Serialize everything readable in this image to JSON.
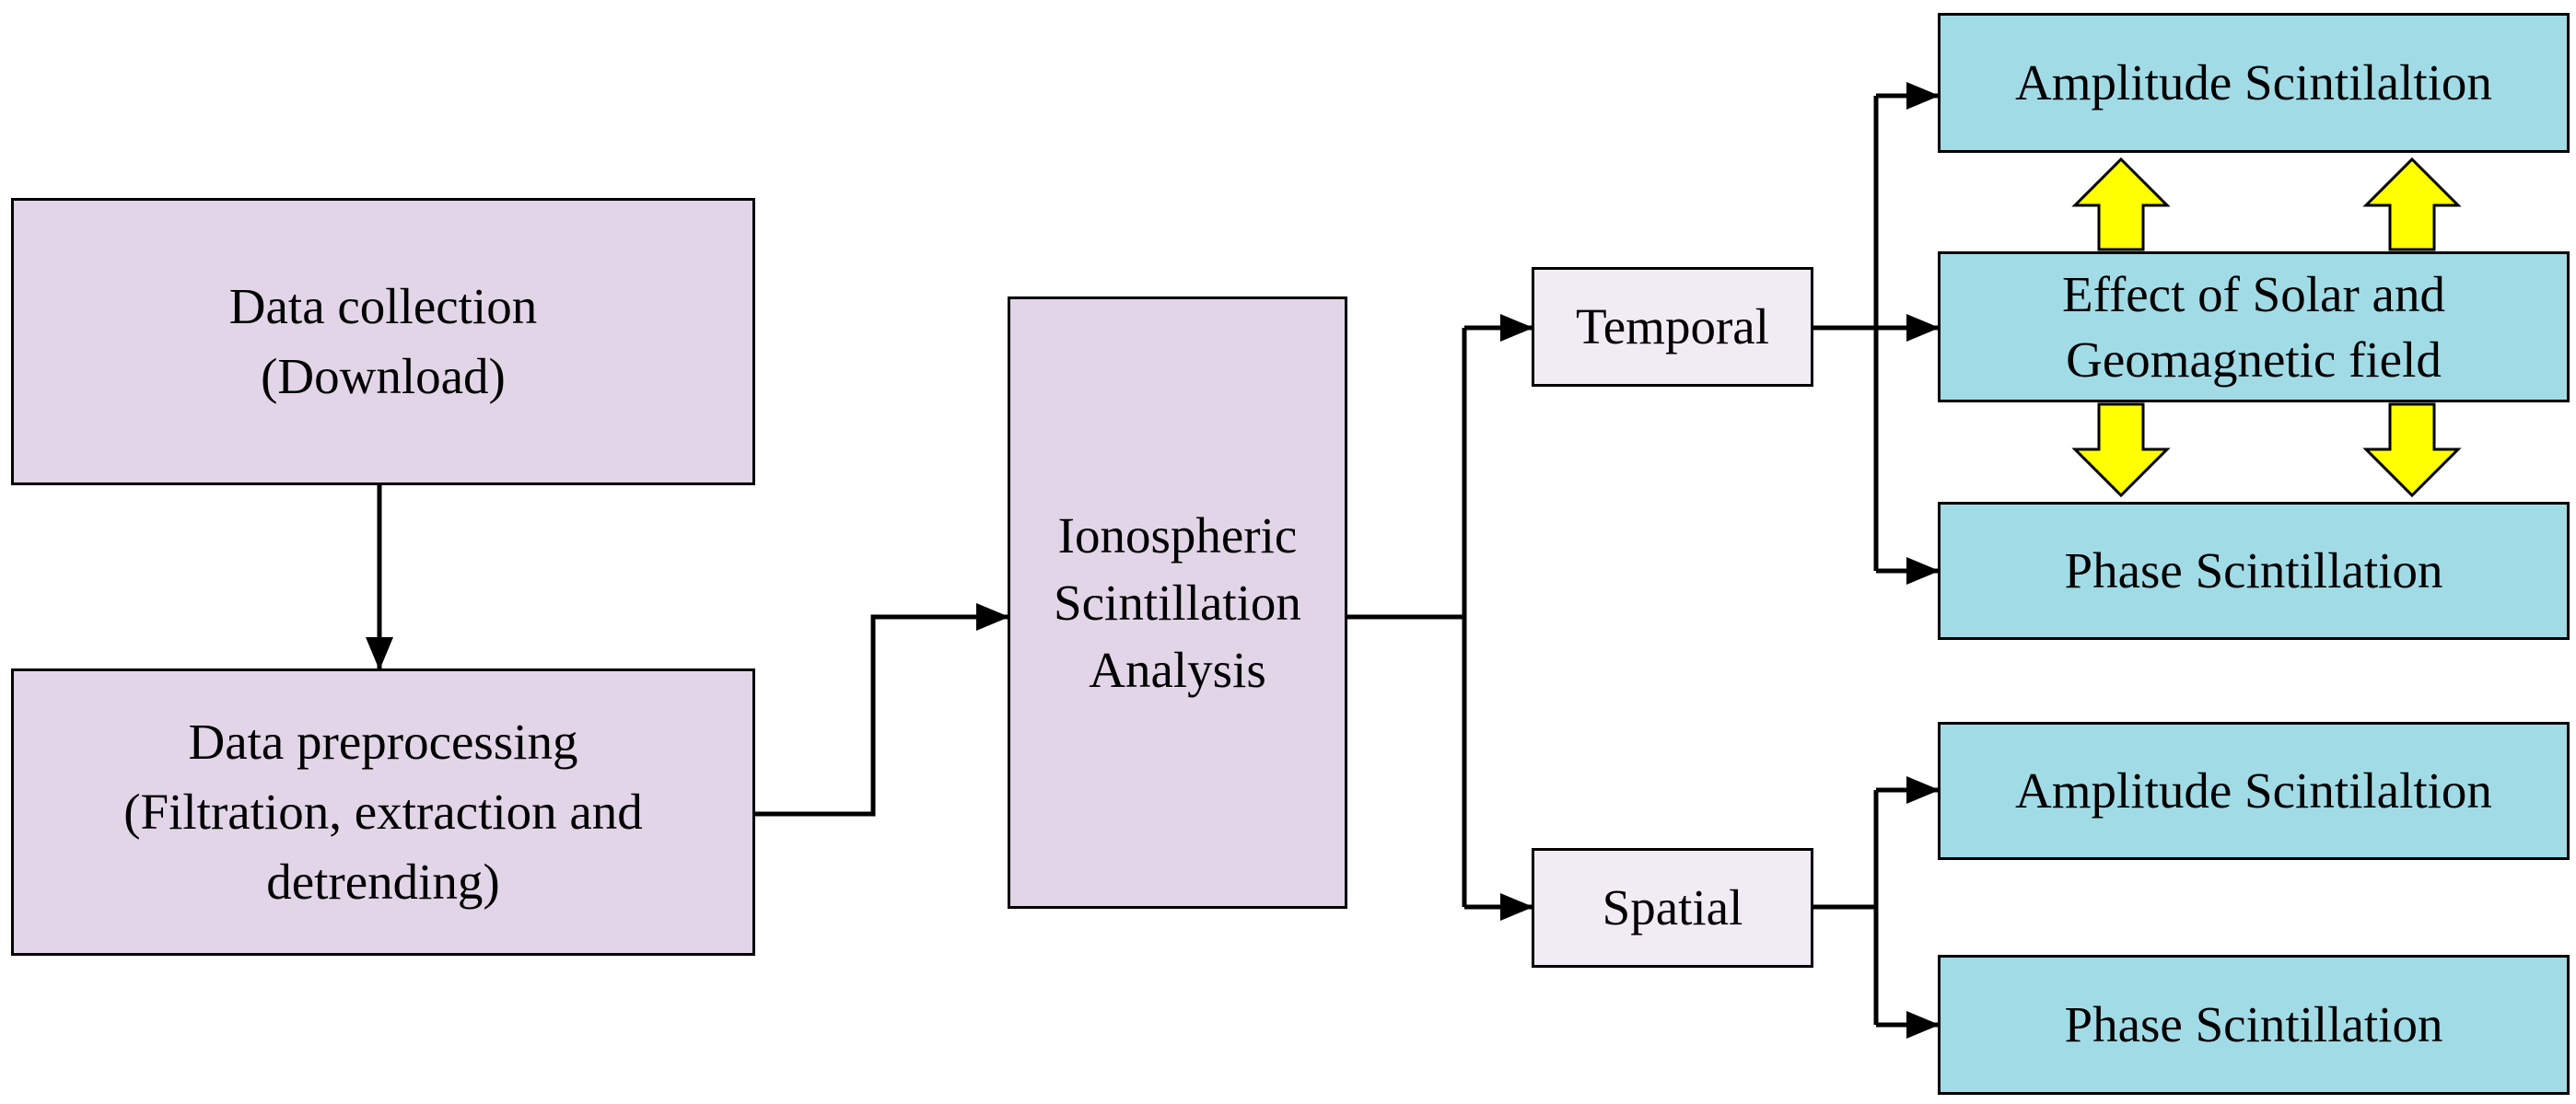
{
  "nodes": {
    "data_collection": {
      "lines": [
        "Data collection",
        "(Download)"
      ]
    },
    "data_preprocessing": {
      "lines": [
        "Data preprocessing",
        "(Filtration, extraction and",
        "detrending)"
      ]
    },
    "analysis": {
      "lines": [
        "Ionospheric",
        "Scintillation",
        "Analysis"
      ]
    },
    "temporal": {
      "label": "Temporal"
    },
    "spatial": {
      "label": "Spatial"
    },
    "temporal_amplitude": {
      "label": "Amplitude Scintilaltion"
    },
    "temporal_effect": {
      "lines": [
        "Effect of Solar and",
        "Geomagnetic field"
      ]
    },
    "temporal_phase": {
      "label": "Phase Scintillation"
    },
    "spatial_amplitude": {
      "label": "Amplitude Scintilaltion"
    },
    "spatial_phase": {
      "label": "Phase Scintillation"
    }
  },
  "colors": {
    "process_box": "#e1d5e7",
    "branch_box": "#f1ebf4",
    "result_box": "#a1dbe6",
    "double_arrow_fill": "#ffff00",
    "line": "#000000"
  }
}
